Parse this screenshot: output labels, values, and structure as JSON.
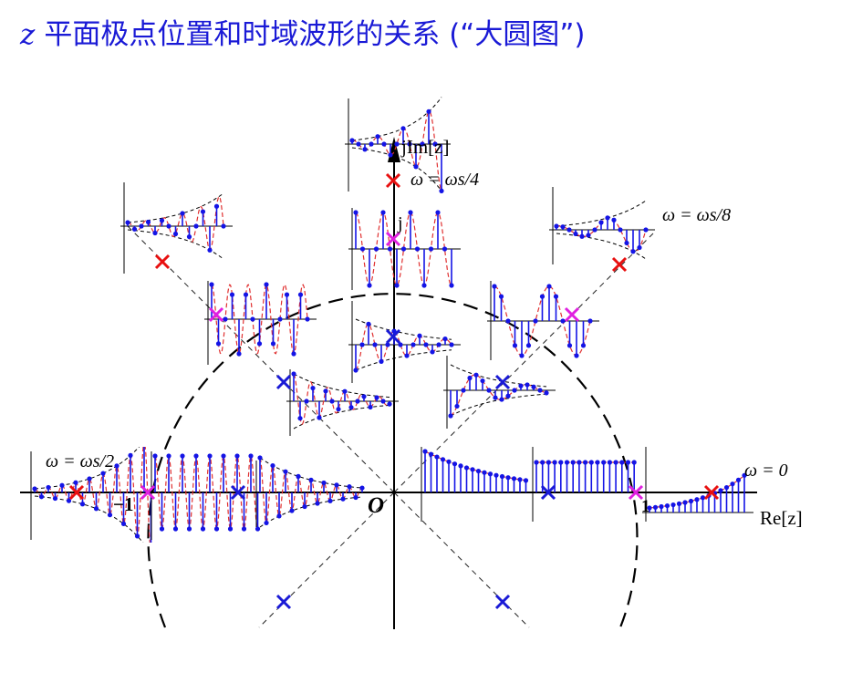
{
  "title": {
    "var": "z",
    "text": "平面极点位置和时域波形的关系 (“大圆图”)"
  },
  "axes": {
    "re_label": "Re[z]",
    "im_label": "jIm[z]",
    "origin": "O",
    "j_label": "j",
    "one_label": "1",
    "minus_one_label": "−1"
  },
  "freq_labels": {
    "w0": "ω = 0",
    "w8": "ω = ωs/8",
    "w4": "ω = ωs/4",
    "w2": "ω = ωs/2"
  },
  "colors": {
    "title": "#1a1ad6",
    "stem": "#1414e6",
    "red_dash": "#e03030",
    "outside_pole": "#e81010",
    "unit_pole": "#e020e0",
    "inside_pole": "#1a1ad6"
  },
  "pole_groups": [
    {
      "name": "outside-unit-circle",
      "radius": "r > 1",
      "color": "#e81010"
    },
    {
      "name": "on-unit-circle",
      "radius": "r = 1",
      "color": "#e020e0"
    },
    {
      "name": "inside-unit-circle",
      "radius": "r < 1",
      "color": "#1a1ad6"
    }
  ],
  "angles": [
    "ω = 0",
    "ω = ωs/8",
    "ω = ωs/4",
    "ω = ωs/2"
  ]
}
